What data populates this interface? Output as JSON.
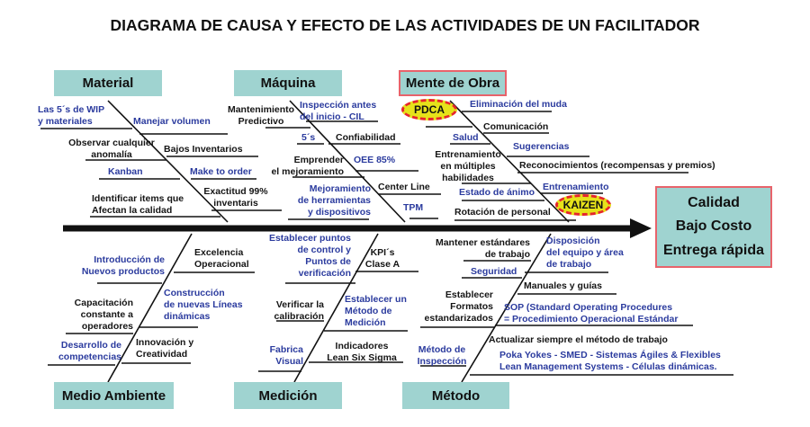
{
  "title": "DIAGRAMA DE CAUSA Y EFECTO DE LAS ACTIVIDADES DE UN FACILITADOR",
  "categories": {
    "material": "Material",
    "maquina": "Máquina",
    "mente_de_obra": "Mente de Obra",
    "medio_ambiente": "Medio Ambiente",
    "medicion": "Medición",
    "metodo": "Método"
  },
  "effect": [
    "Calidad",
    "Bajo Costo",
    "Entrega rápida"
  ],
  "badges": {
    "pdca": "PDCA",
    "kaizen": "KAIZEN"
  },
  "colors": {
    "box": "#9fd3d0",
    "highlight_border": "#e8636b",
    "blue_text": "#2b3b9e",
    "badge_fill": "#e6e21a",
    "badge_border": "#e5262b"
  },
  "material": [
    "Las 5´s de WIP\ny materiales",
    "Manejar volumen",
    "Observar cualquier\nanomalía",
    "Bajos Inventarios",
    "Kanban",
    "Make to order",
    "Exactitud 99%\ninventaris",
    "Identificar items que\nAfectan la calidad"
  ],
  "maquina": [
    "Mantenimiento\nPredictivo",
    "Inspección antes\ndel inicio - CIL",
    "5´s",
    "Confiabilidad",
    "Emprender\nel mejoramiento",
    "OEE 85%",
    "Mejoramiento\nde herramientas\ny dispositivos",
    "Center Line",
    "TPM"
  ],
  "mente_de_obra": [
    "Eliminación del muda",
    "Comunicación",
    "Salud",
    "Sugerencias",
    "Entrenamiento\nen múltiples\nhabilidades",
    "Reconocimientos (recompensas y premios)",
    "Entrenamiento",
    "Estado de ánimo",
    "Rotación de personal"
  ],
  "medio_ambiente": [
    "Excelencia\nOperacional",
    "Introducción de\nNuevos productos",
    "Construcción\nde nuevas Líneas\ndinámicas",
    "Capacitación\nconstante a\noperadores",
    "Desarrollo de\ncompetencias",
    "Innovación y\nCreatividad"
  ],
  "medicion": [
    "Establecer puntos\nde control y\nPuntos de\nverificación",
    "KPI´s\nClase A",
    "Verificar la\ncalibración",
    "Establecer un\nMétodo de\nMedición",
    "Fabrica\nVisual",
    "Indicadores\nLean Six Sigma"
  ],
  "metodo": [
    "Mantener estándares\nde trabajo",
    "Disposición\ndel equipo y área\nde trabajo",
    "Seguridad",
    "Manuales y guías",
    "Establecer\nFormatos\nestandarizados",
    "SOP (Standard Operating Procedures\n= Procedimiento Operacional Estándar",
    "Actualizar siempre el método de trabajo",
    "Método de\nInspección",
    "Poka Yokes - SMED - Sistemas Ágiles & Flexibles\nLean Management Systems - Células dinámicas."
  ]
}
